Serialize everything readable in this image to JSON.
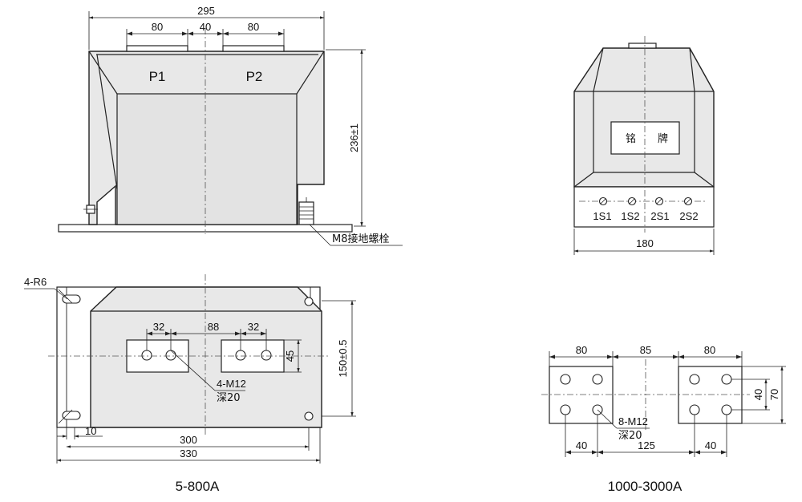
{
  "view_5_800A": {
    "caption": "5-800A",
    "front": {
      "dim_total_width": "295",
      "dim_terminal_left": "80",
      "dim_terminal_gap": "40",
      "dim_terminal_right": "80",
      "label_p1": "P1",
      "label_p2": "P2",
      "dim_height": "236±1",
      "ground_bolt_label": "M8接地螺栓"
    },
    "base": {
      "corner_radius_label": "4-R6",
      "dim_hole_left": "32",
      "dim_hole_gap": "88",
      "dim_hole_right": "32",
      "dim_pad_height": "45",
      "dim_mount_height": "150±0.5",
      "thread_label": "4-M12",
      "depth_label": "深20",
      "dim_edge_offset": "10",
      "dim_mount_width": "300",
      "dim_base_width": "330"
    }
  },
  "view_1000_3000A": {
    "caption": "1000-3000A",
    "side": {
      "nameplate_char1": "铭",
      "nameplate_char2": "牌",
      "terminals": [
        "1S1",
        "1S2",
        "2S1",
        "2S2"
      ],
      "dim_width": "180"
    },
    "pads": {
      "dim_pad_left": "80",
      "dim_pad_gap": "85",
      "dim_pad_right": "80",
      "dim_row_spacing": "40",
      "dim_pad_height": "70",
      "thread_label": "8-M12",
      "depth_label": "深20",
      "dim_hole_spacing_left": "40",
      "dim_center_spacing": "125",
      "dim_hole_spacing_right": "40"
    }
  }
}
